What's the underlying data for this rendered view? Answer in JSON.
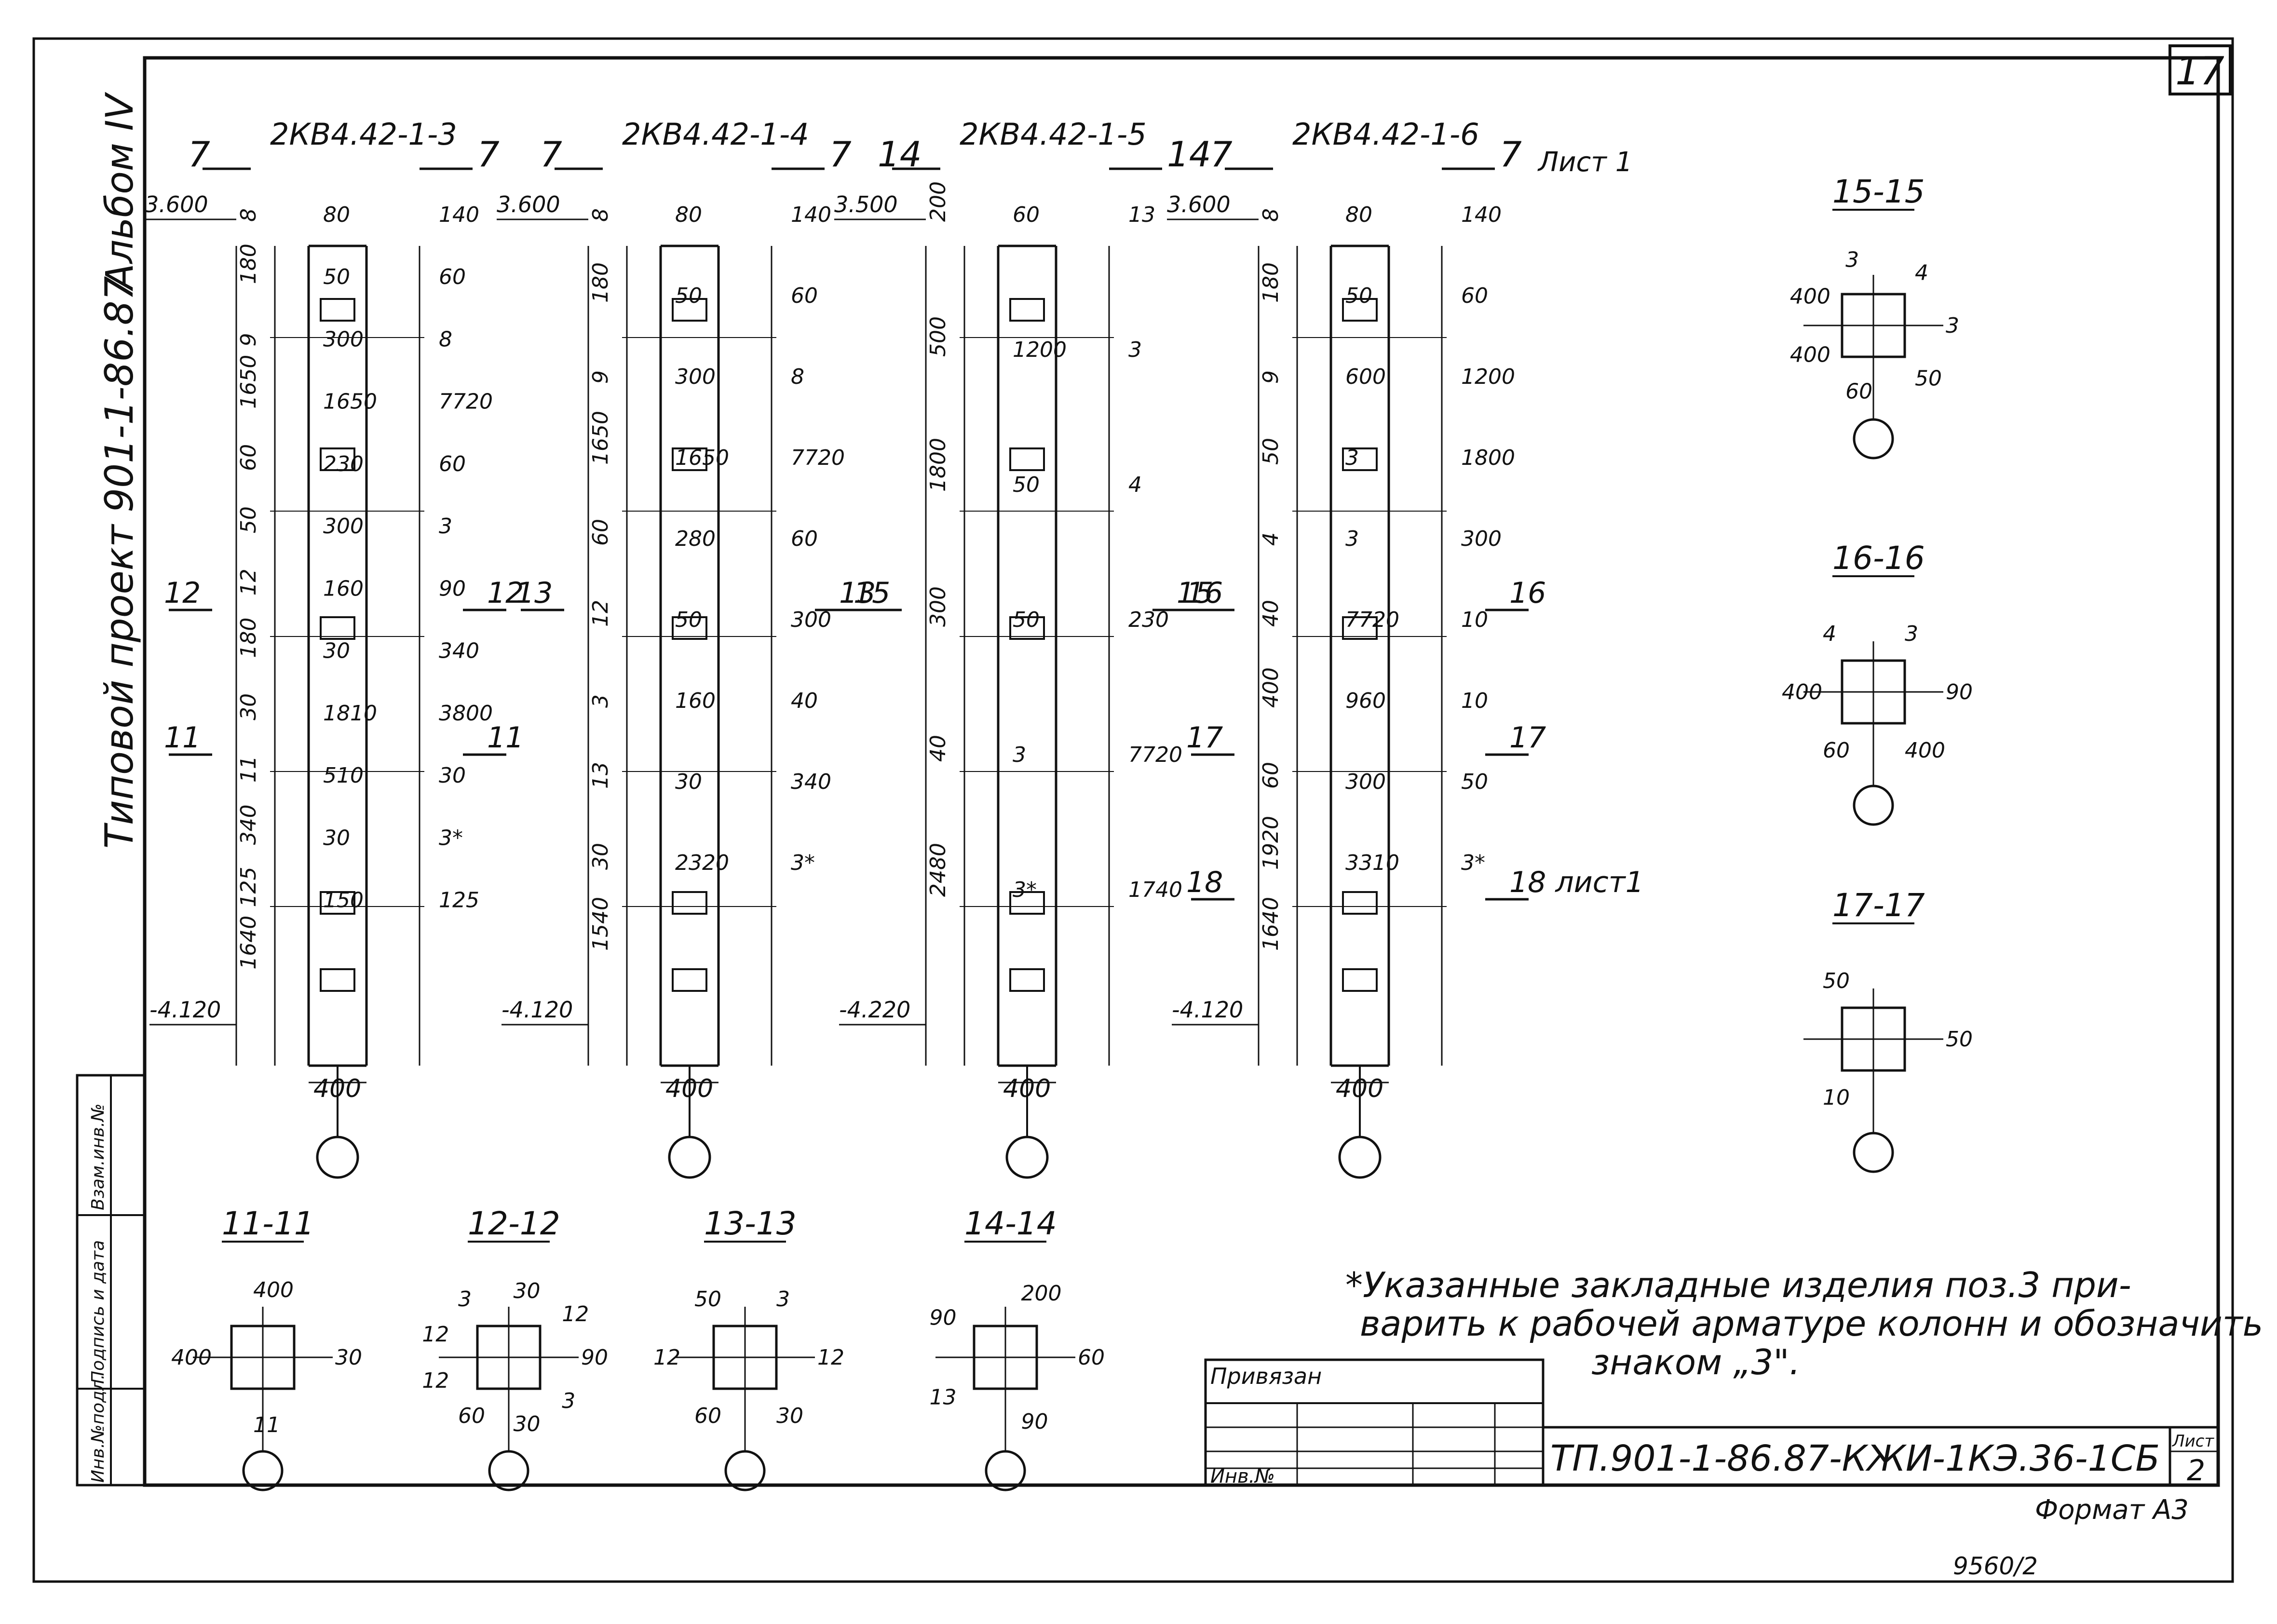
{
  "sheet_number": "17",
  "album_label": "Альбом IV",
  "project_label": "Типовой проект 901-1-86.87",
  "columns": [
    {
      "mark": "2КВ4.42-1-3",
      "cut_top": "7",
      "cut_top2": "7",
      "top_level": "3.600",
      "bottom_level": "-4.120",
      "width": "400",
      "labels": [
        "8",
        "80",
        "140",
        "180",
        "50",
        "60",
        "9",
        "300",
        "8",
        "1650",
        "1650",
        "7720",
        "60",
        "230",
        "60",
        "50",
        "300",
        "3",
        "12",
        "160",
        "90",
        "180",
        "30",
        "340",
        "30",
        "1810",
        "3800",
        "11",
        "510",
        "30",
        "340",
        "30",
        "3*",
        "125",
        "150",
        "125",
        "1640"
      ],
      "cuts": [
        {
          "n": "12",
          "m": "12"
        },
        {
          "n": "11",
          "m": "11"
        }
      ]
    },
    {
      "mark": "2КВ4.42-1-4",
      "cut_top": "7",
      "cut_top2": "7",
      "top_level": "3.600",
      "bottom_level": "-4.120",
      "width": "400",
      "labels": [
        "8",
        "80",
        "140",
        "180",
        "50",
        "60",
        "9",
        "300",
        "8",
        "1650",
        "1650",
        "7720",
        "60",
        "280",
        "60",
        "12",
        "50",
        "300",
        "3",
        "160",
        "40",
        "13",
        "30",
        "340",
        "30",
        "2320",
        "3*",
        "1540"
      ],
      "cuts": [
        {
          "n": "13",
          "m": "13"
        }
      ]
    },
    {
      "mark": "2КВ4.42-1-5",
      "cut_top": "14",
      "cut_top2": "14",
      "top_level": "3.500",
      "bottom_level": "-4.220",
      "width": "400",
      "labels": [
        "200",
        "60",
        "13",
        "500",
        "1200",
        "3",
        "1800",
        "50",
        "4",
        "300",
        "50",
        "230",
        "40",
        "3",
        "7720",
        "2480",
        "3*",
        "1740"
      ],
      "cuts": [
        {
          "n": "15",
          "m": "15"
        }
      ]
    },
    {
      "mark": "2КВ4.42-1-6",
      "cut_top": "7",
      "cut_top2": "7",
      "top_level": "3.600",
      "bottom_level": "-4.120",
      "width": "400",
      "labels": [
        "8",
        "80",
        "140",
        "180",
        "50",
        "60",
        "9",
        "600",
        "1200",
        "50",
        "3",
        "1800",
        "4",
        "3",
        "300",
        "40",
        "7720",
        "10",
        "400",
        "960",
        "10",
        "60",
        "300",
        "50",
        "1920",
        "3310",
        "3*",
        "1640"
      ],
      "cuts": [
        {
          "n": "16",
          "m": "16"
        },
        {
          "n": "17",
          "m": "17"
        },
        {
          "n": "18",
          "m": "18 лист1"
        }
      ],
      "sheet_ref": "Лист 1"
    }
  ],
  "sections": [
    {
      "title": "15-15",
      "labels": [
        "3",
        "50",
        "60",
        "400",
        "400",
        "3",
        "4"
      ]
    },
    {
      "title": "16-16",
      "labels": [
        "90",
        "400",
        "60",
        "400",
        "4",
        "3"
      ]
    },
    {
      "title": "17-17",
      "labels": [
        "50",
        "10",
        "50"
      ]
    },
    {
      "title": "11-11",
      "labels": [
        "30",
        "11",
        "400",
        "400"
      ]
    },
    {
      "title": "12-12",
      "labels": [
        "90",
        "3",
        "30",
        "60",
        "12",
        "12",
        "3",
        "30",
        "12"
      ]
    },
    {
      "title": "13-13",
      "labels": [
        "12",
        "30",
        "60",
        "12",
        "50",
        "3"
      ]
    },
    {
      "title": "14-14",
      "labels": [
        "60",
        "90",
        "13",
        "90",
        "200"
      ]
    }
  ],
  "note": "*Указанные закладные изделия поз.3 при-\nварить к рабочей арматуре колонн и обозначить\nзнаком „3\".",
  "note_lines": [
    "*Указанные закладные изделия поз.3 при-",
    "варить к рабочей арматуре колонн и обозначить",
    "знаком „3\"."
  ],
  "title_block": {
    "privyazan": "Привязан",
    "inv_no": "Инв.№",
    "code": "ТП.901-1-86.87-КЖИ-1КЭ.36-1СБ",
    "sheet_label": "Лист",
    "sheet_value": "2"
  },
  "side_stamp": [
    "Инв.№подл.",
    "Подпись и дата",
    "Взам.инв.№"
  ],
  "format_label": "Формат А3",
  "archive_no": "9560/2"
}
